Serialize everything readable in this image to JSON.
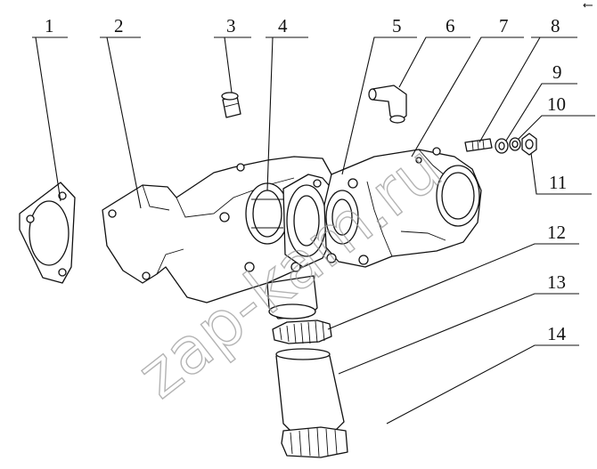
{
  "callouts": [
    {
      "id": "1",
      "label": "1"
    },
    {
      "id": "2",
      "label": "2"
    },
    {
      "id": "3",
      "label": "3"
    },
    {
      "id": "4",
      "label": "4"
    },
    {
      "id": "5",
      "label": "5"
    },
    {
      "id": "6",
      "label": "6"
    },
    {
      "id": "7",
      "label": "7"
    },
    {
      "id": "8",
      "label": "8"
    },
    {
      "id": "9",
      "label": "9"
    },
    {
      "id": "10",
      "label": "10"
    },
    {
      "id": "11",
      "label": "11"
    },
    {
      "id": "12",
      "label": "12"
    },
    {
      "id": "13",
      "label": "13"
    },
    {
      "id": "14",
      "label": "14"
    }
  ],
  "watermark": "zap-kam.ru",
  "colors": {
    "line": "#111111",
    "watermark": "#9a9a9a",
    "background": "#ffffff"
  }
}
